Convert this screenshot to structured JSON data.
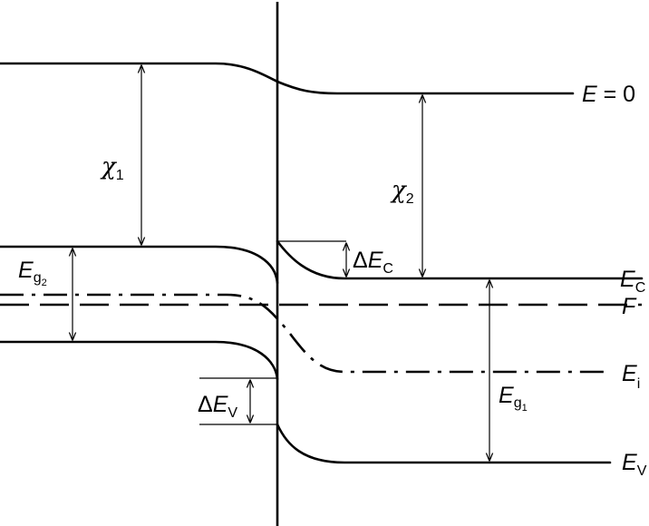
{
  "labels": {
    "vacuum": {
      "symbol": "E",
      "eq": " = 0"
    },
    "chi1": {
      "symbol": "χ",
      "sub": "1"
    },
    "chi2": {
      "symbol": "χ",
      "sub": "2"
    },
    "eg2": {
      "symbol": "E",
      "sub": "g",
      "subsub": "2"
    },
    "eg1": {
      "symbol": "E",
      "sub": "g",
      "subsub": "1"
    },
    "dec": {
      "delta": "Δ",
      "symbol": "E",
      "sub": "C"
    },
    "dev": {
      "delta": "Δ",
      "symbol": "E",
      "sub": "V"
    },
    "ec": {
      "symbol": "E",
      "sub": "C"
    },
    "f": {
      "symbol": "F"
    },
    "ei": {
      "symbol": "E",
      "sub": "i"
    },
    "ev": {
      "symbol": "E",
      "sub": "V"
    }
  }
}
